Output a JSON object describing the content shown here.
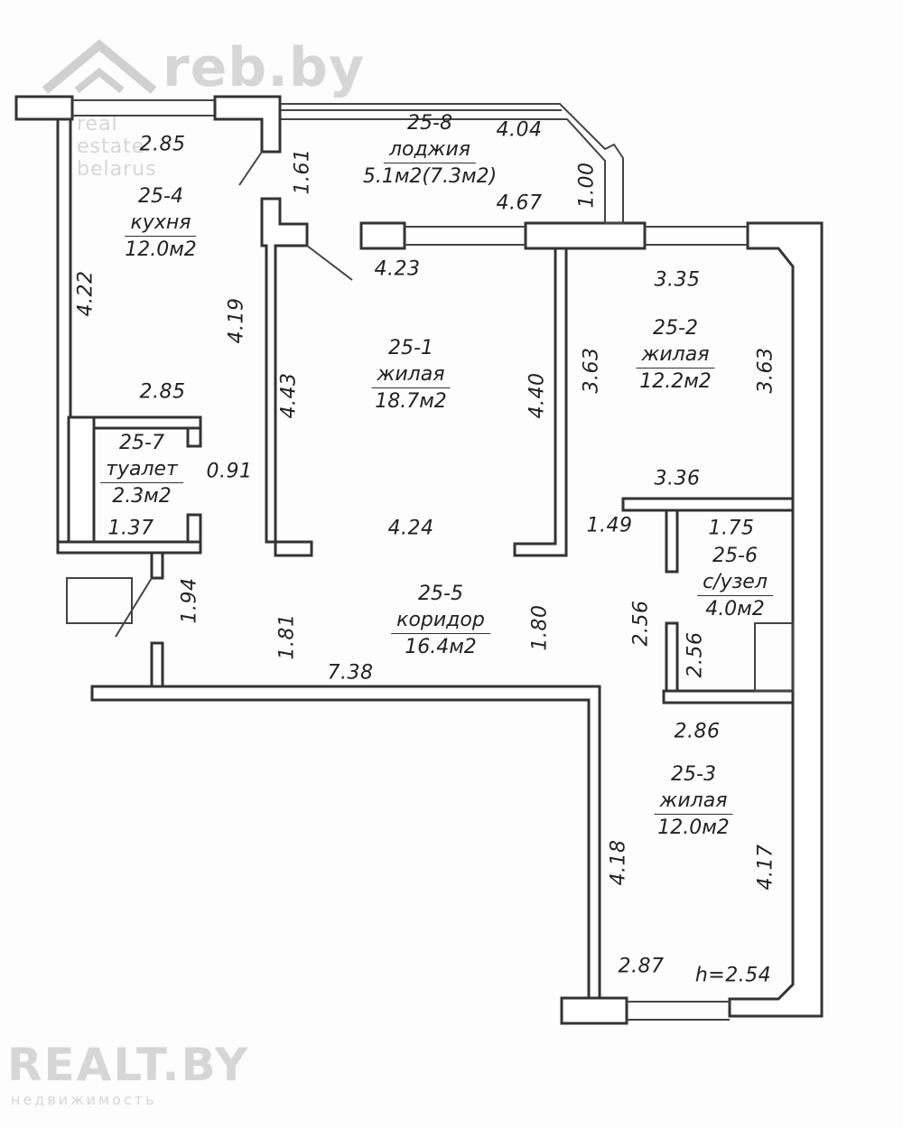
{
  "watermark_top": {
    "brand": "reb.by",
    "subtitle": "real estate belarus"
  },
  "watermark_bottom": {
    "brand": "REALT.BY",
    "subtitle": "недвижимость"
  },
  "rooms": {
    "r1": {
      "id": "25-1",
      "name": "жилая",
      "area": "18.7м2"
    },
    "r2": {
      "id": "25-2",
      "name": "жилая",
      "area": "12.2м2"
    },
    "r3": {
      "id": "25-3",
      "name": "жилая",
      "area": "12.0м2"
    },
    "r4": {
      "id": "25-4",
      "name": "кухня",
      "area": "12.0м2"
    },
    "r5": {
      "id": "25-5",
      "name": "коридор",
      "area": "16.4м2"
    },
    "r6": {
      "id": "25-6",
      "name": "с/узел",
      "area": "4.0м2"
    },
    "r7": {
      "id": "25-7",
      "name": "туалет",
      "area": "2.3м2"
    },
    "r8": {
      "id": "25-8",
      "name": "лоджия",
      "area": "5.1м2(7.3м2)"
    }
  },
  "dims": {
    "k_top": "2.85",
    "k_left": "4.22",
    "k_right": "4.19",
    "k_door": "1.61",
    "l_top": "4.04",
    "l_bottom": "4.67",
    "l_right": "1.00",
    "r1_top": "4.23",
    "r1_left": "4.43",
    "r1_right": "4.40",
    "r1_bottom": "4.24",
    "r2_top": "3.35",
    "r2_left": "3.63",
    "r2_right": "3.63",
    "r2_bottom": "3.36",
    "t_top": "2.85",
    "t_right": "0.91",
    "t_bottom": "1.37",
    "c_left": "1.94",
    "c_mid": "1.81",
    "c_right": "1.80",
    "c_bottom": "7.38",
    "b_top": "1.75",
    "b_left1": "1.49",
    "b_left2": "2.56",
    "b_left3": "2.56",
    "r3_top": "2.86",
    "r3_left": "4.18",
    "r3_right": "4.17",
    "r3_bottom": "2.87",
    "height": "h=2.54"
  }
}
